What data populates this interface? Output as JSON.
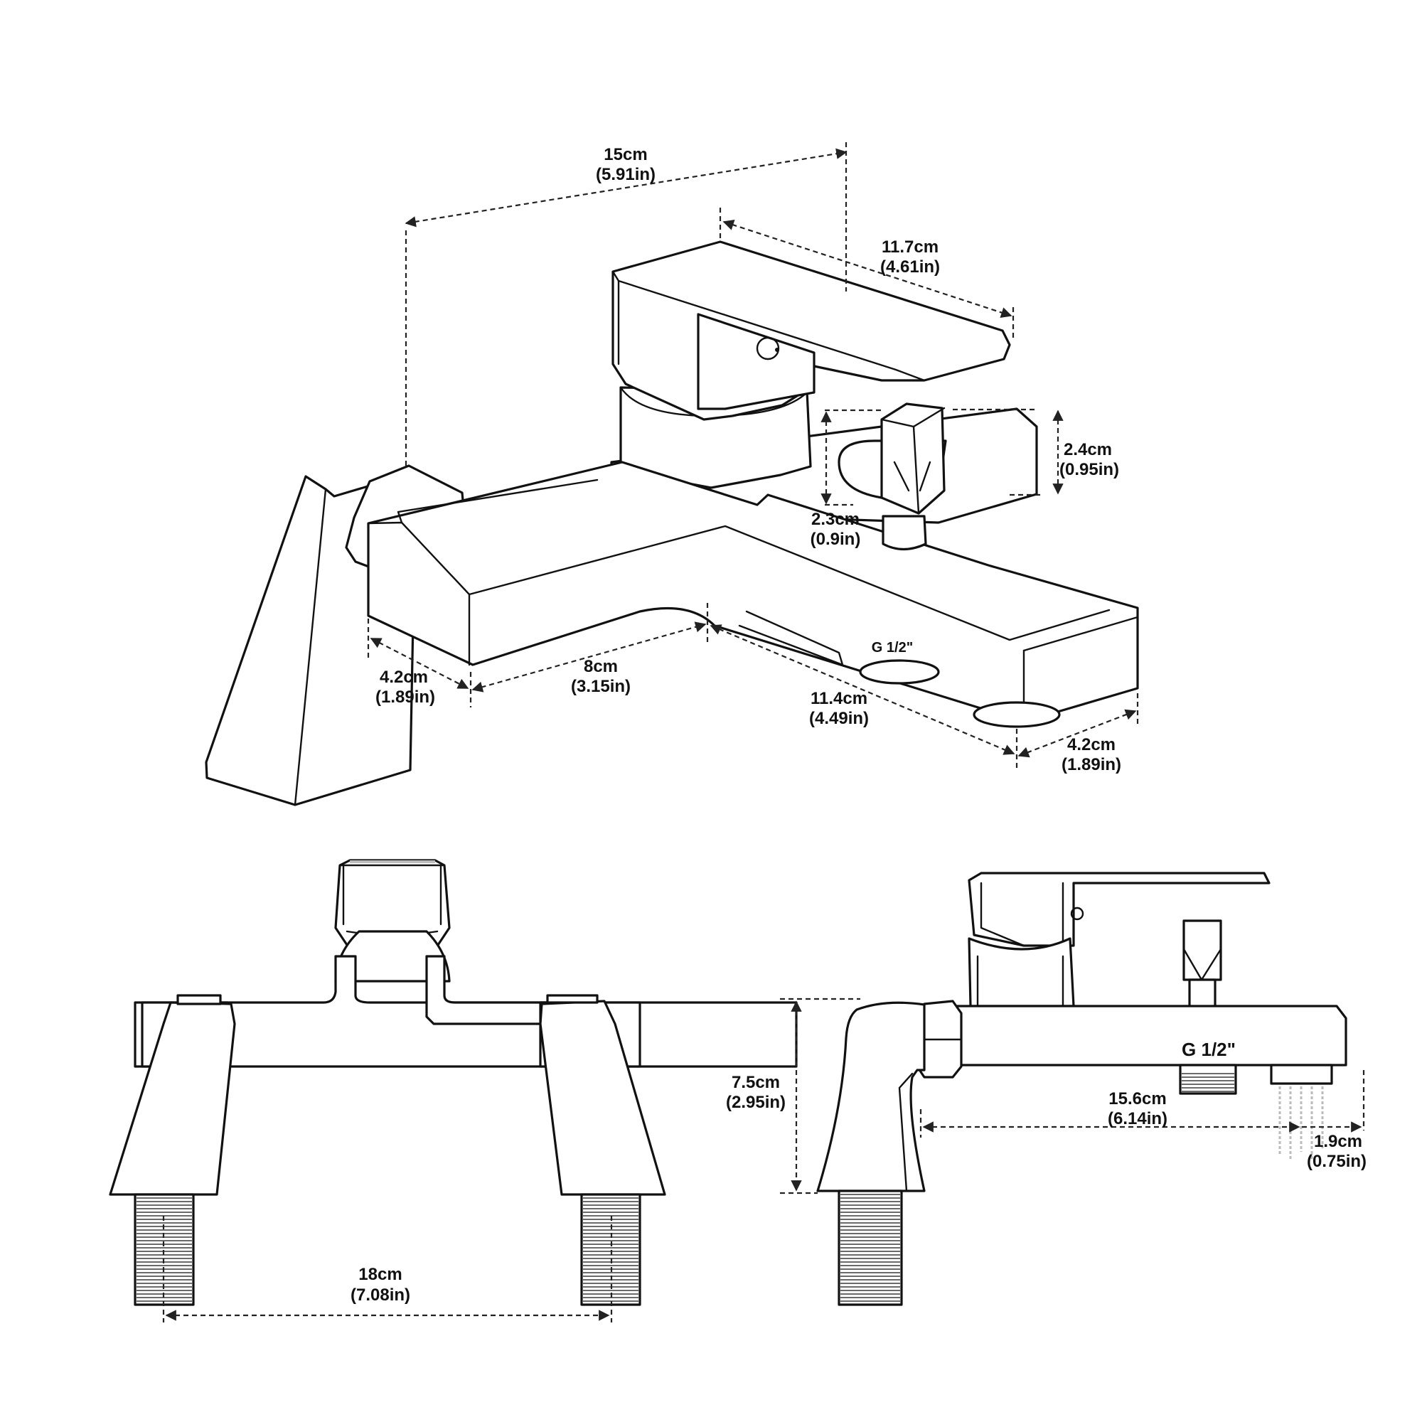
{
  "colors": {
    "ink": "#111111",
    "dimension_line": "#222222",
    "background": "#ffffff"
  },
  "top_view": {
    "overall_width": {
      "cm": "15cm",
      "in": "(5.91in)"
    },
    "handle_length": {
      "cm": "11.7cm",
      "in": "(4.61in)"
    },
    "diverter_height": {
      "cm": "2.4cm",
      "in": "(0.95in)"
    },
    "diverter_offset": {
      "cm": "2.3cm",
      "in": "(0.9in)"
    },
    "body_depth_left": {
      "cm": "4.2cm",
      "in": "(1.89in)"
    },
    "leg_to_center": {
      "cm": "8cm",
      "in": "(3.15in)"
    },
    "spout_length": {
      "cm": "11.4cm",
      "in": "(4.49in)"
    },
    "spout_depth": {
      "cm": "4.2cm",
      "in": "(1.89in)"
    },
    "thread_label": "G 1/2\""
  },
  "front_view": {
    "center_distance": {
      "cm": "18cm",
      "in": "(7.08in)"
    }
  },
  "side_view": {
    "height": {
      "cm": "7.5cm",
      "in": "(2.95in)"
    },
    "reach": {
      "cm": "15.6cm",
      "in": "(6.14in)"
    },
    "outlet_diameter": {
      "cm": "1.9cm",
      "in": "(0.75in)"
    },
    "thread_label": "G 1/2\""
  }
}
